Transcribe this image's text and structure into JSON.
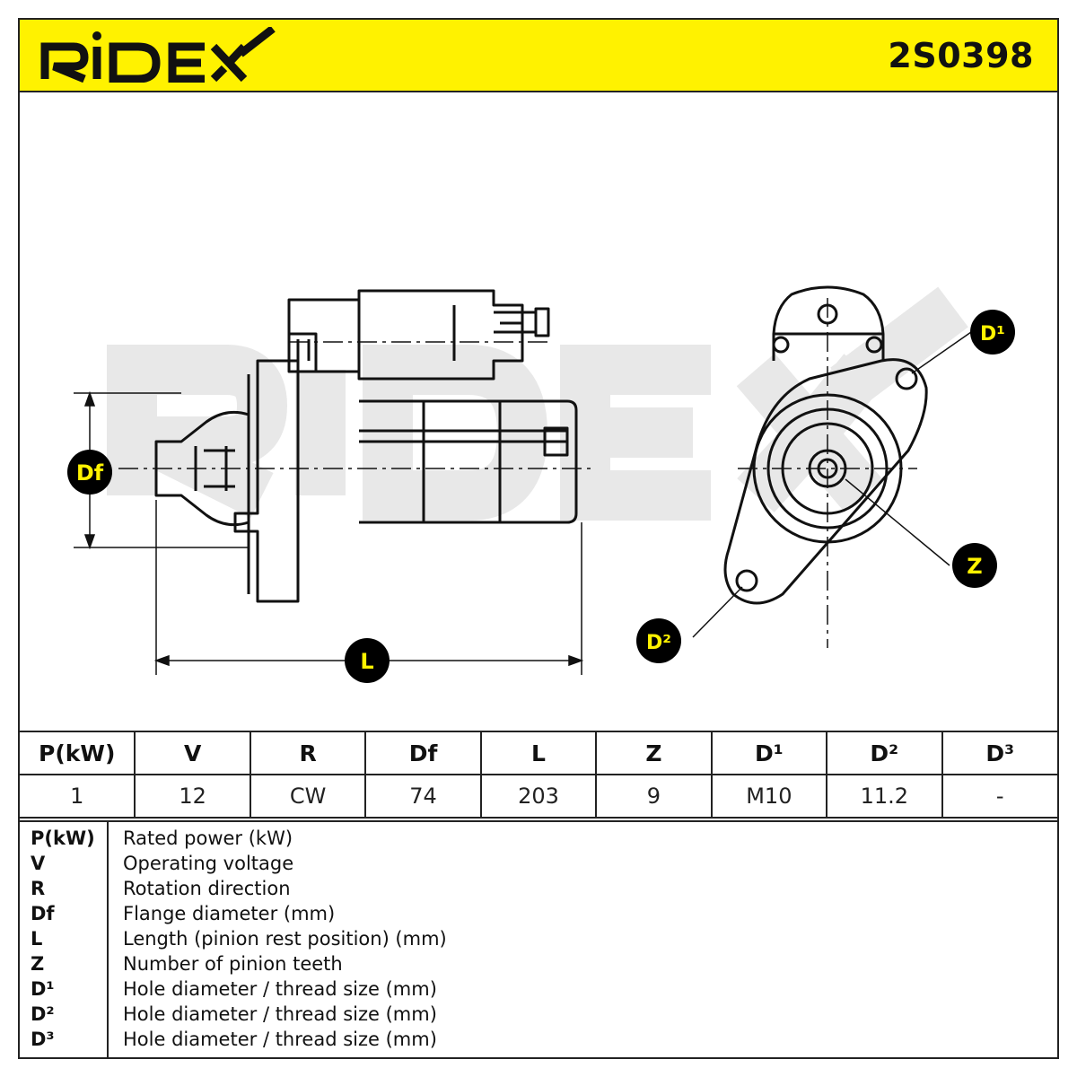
{
  "header": {
    "brand": "RIDEX",
    "part_number": "2S0398"
  },
  "watermark": "RIDEX",
  "callouts": {
    "df": "Df",
    "l": "L",
    "d1": "D¹",
    "d2": "D²",
    "z": "Z"
  },
  "spec_table": {
    "headers": [
      "P(kW)",
      "V",
      "R",
      "Df",
      "L",
      "Z",
      "D¹",
      "D²",
      "D³"
    ],
    "values": [
      "1",
      "12",
      "CW",
      "74",
      "203",
      "9",
      "M10",
      "11.2",
      "-"
    ]
  },
  "legend": [
    {
      "symbol": "P(kW)",
      "description": "Rated power (kW)"
    },
    {
      "symbol": "V",
      "description": "Operating voltage"
    },
    {
      "symbol": "R",
      "description": "Rotation direction"
    },
    {
      "symbol": "Df",
      "description": "Flange diameter (mm)"
    },
    {
      "symbol": "L",
      "description": "Length (pinion rest position) (mm)"
    },
    {
      "symbol": "Z",
      "description": "Number of pinion teeth"
    },
    {
      "symbol": "D¹",
      "description": "Hole diameter / thread size (mm)"
    },
    {
      "symbol": "D²",
      "description": "Hole diameter / thread size (mm)"
    },
    {
      "symbol": "D³",
      "description": "Hole diameter / thread size (mm)"
    }
  ],
  "colors": {
    "header_yellow": "#fff200",
    "badge_black": "#000000",
    "badge_text_yellow": "#fff200",
    "line": "#111111",
    "watermark_gray": "#e6e6e6"
  }
}
